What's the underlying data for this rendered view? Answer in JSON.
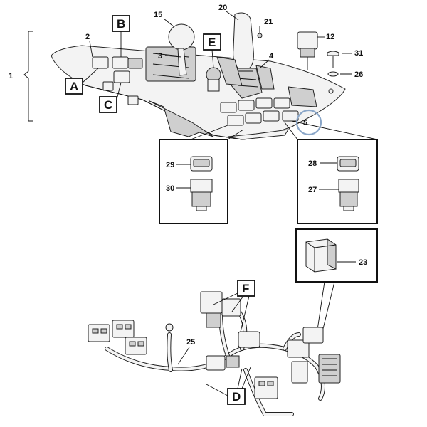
{
  "callouts": {
    "n1": "1",
    "n2": "2",
    "n3": "3",
    "n4": "4",
    "n5": "5",
    "n12": "12",
    "n15": "15",
    "n20": "20",
    "n21": "21",
    "n23": "23",
    "n25": "25",
    "n26": "26",
    "n27": "27",
    "n28": "28",
    "n29": "29",
    "n30": "30",
    "n31": "31"
  },
  "letters": {
    "A": "A",
    "B": "B",
    "C": "C",
    "D": "D",
    "E": "E",
    "F": "F"
  },
  "highlight_color": "#8aa6c8"
}
